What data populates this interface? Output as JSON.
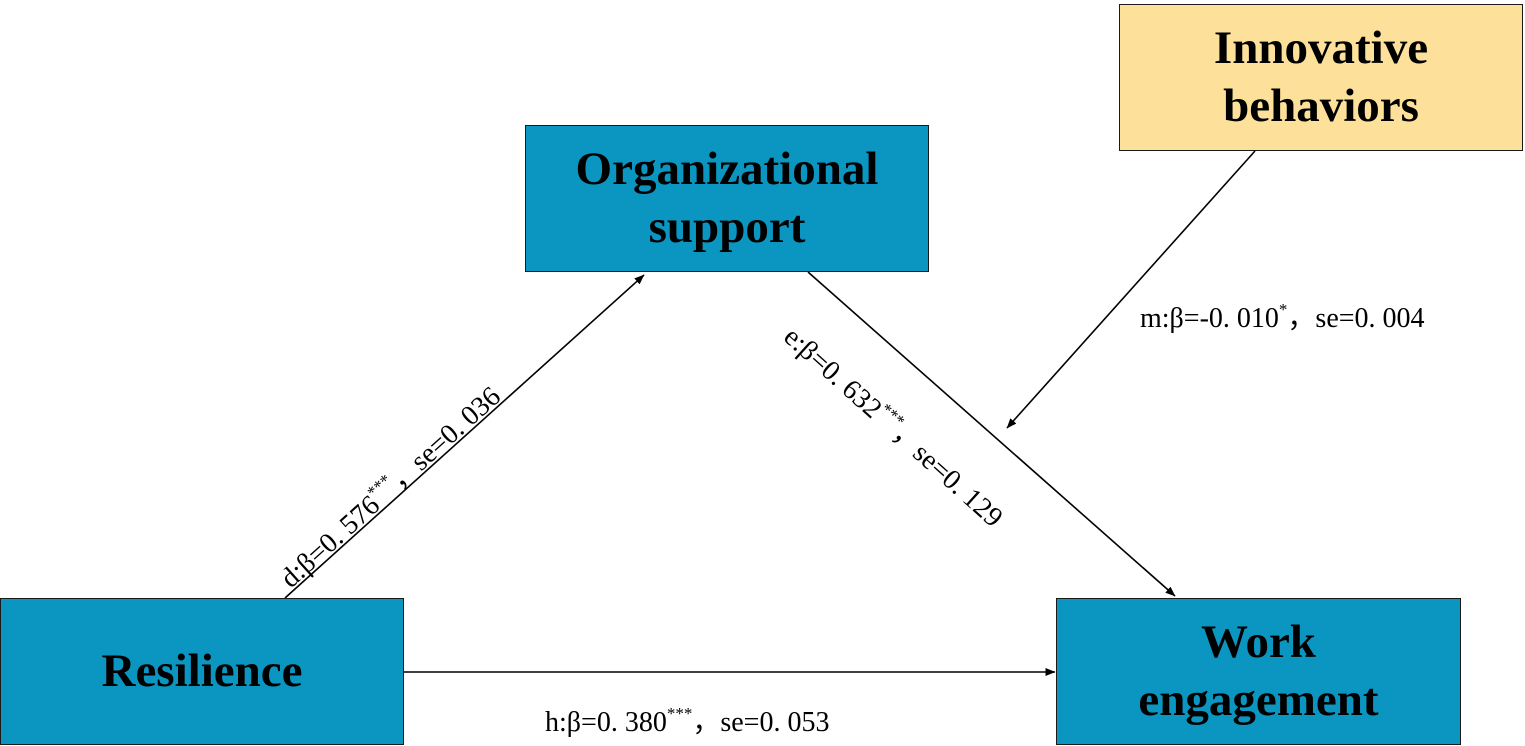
{
  "colors": {
    "box_primary": "#0a96c0",
    "box_moderator": "#fde19a",
    "line": "#000000"
  },
  "nodes": {
    "organizational_support": {
      "line1": "Organizational",
      "line2": "support"
    },
    "innovative_behaviors": {
      "line1": "Innovative",
      "line2": "behaviors"
    },
    "resilience": {
      "line1": "Resilience"
    },
    "work_engagement": {
      "line1": "Work",
      "line2": "engagement"
    }
  },
  "paths": {
    "d": {
      "prefix": "d:β=0. 576",
      "stars": "***",
      "suffix": "，se=0. 036"
    },
    "e": {
      "prefix": "e:β=0. 632",
      "stars": "***",
      "suffix": "，se=0. 129"
    },
    "m": {
      "prefix": "m:β=-0. 010",
      "stars": "*",
      "suffix": "，se=0. 004"
    },
    "h": {
      "prefix": "h:β=0. 380",
      "stars": "***",
      "suffix": "，se=0. 053"
    }
  }
}
